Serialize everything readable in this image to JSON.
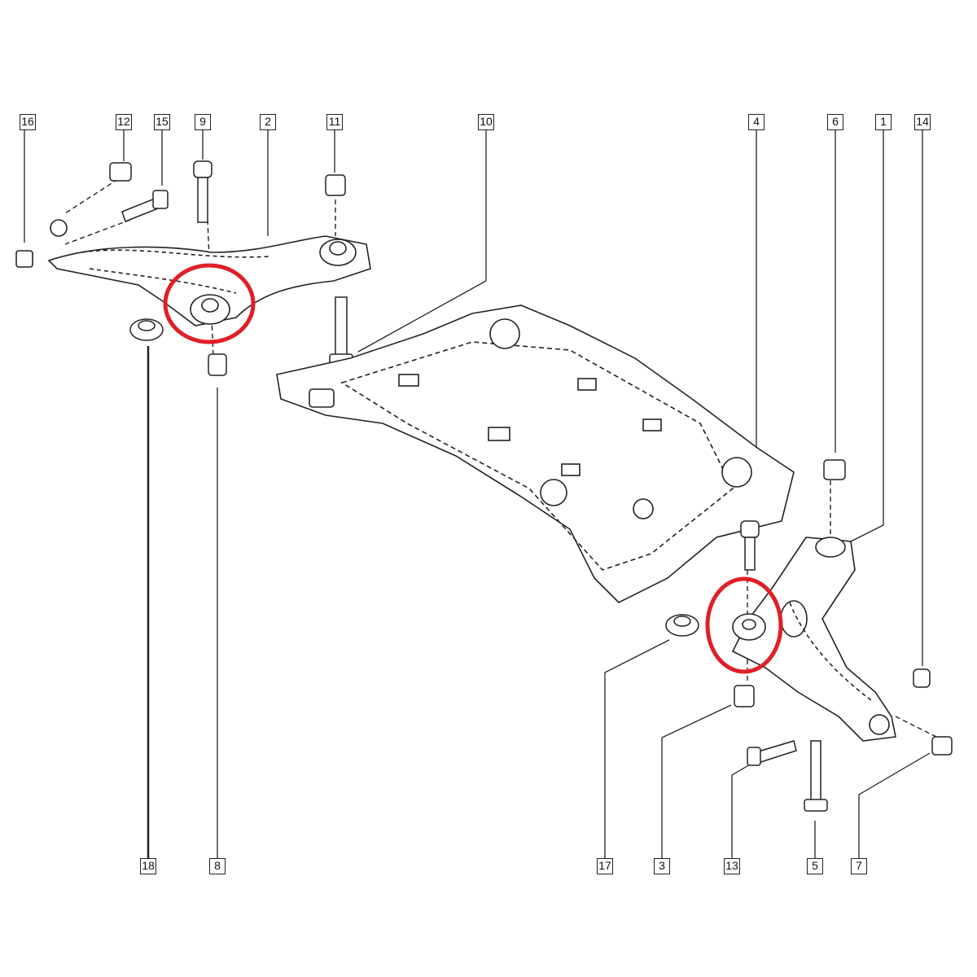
{
  "diagram": {
    "labels_top": [
      "16",
      "12",
      "15",
      "9",
      "2",
      "11",
      "10",
      "4",
      "6",
      "1",
      "14"
    ],
    "labels_bottom": [
      "18",
      "8",
      "17",
      "3",
      "13",
      "5",
      "7"
    ],
    "highlight_color": "#e01f26",
    "line_color": "#222222"
  }
}
